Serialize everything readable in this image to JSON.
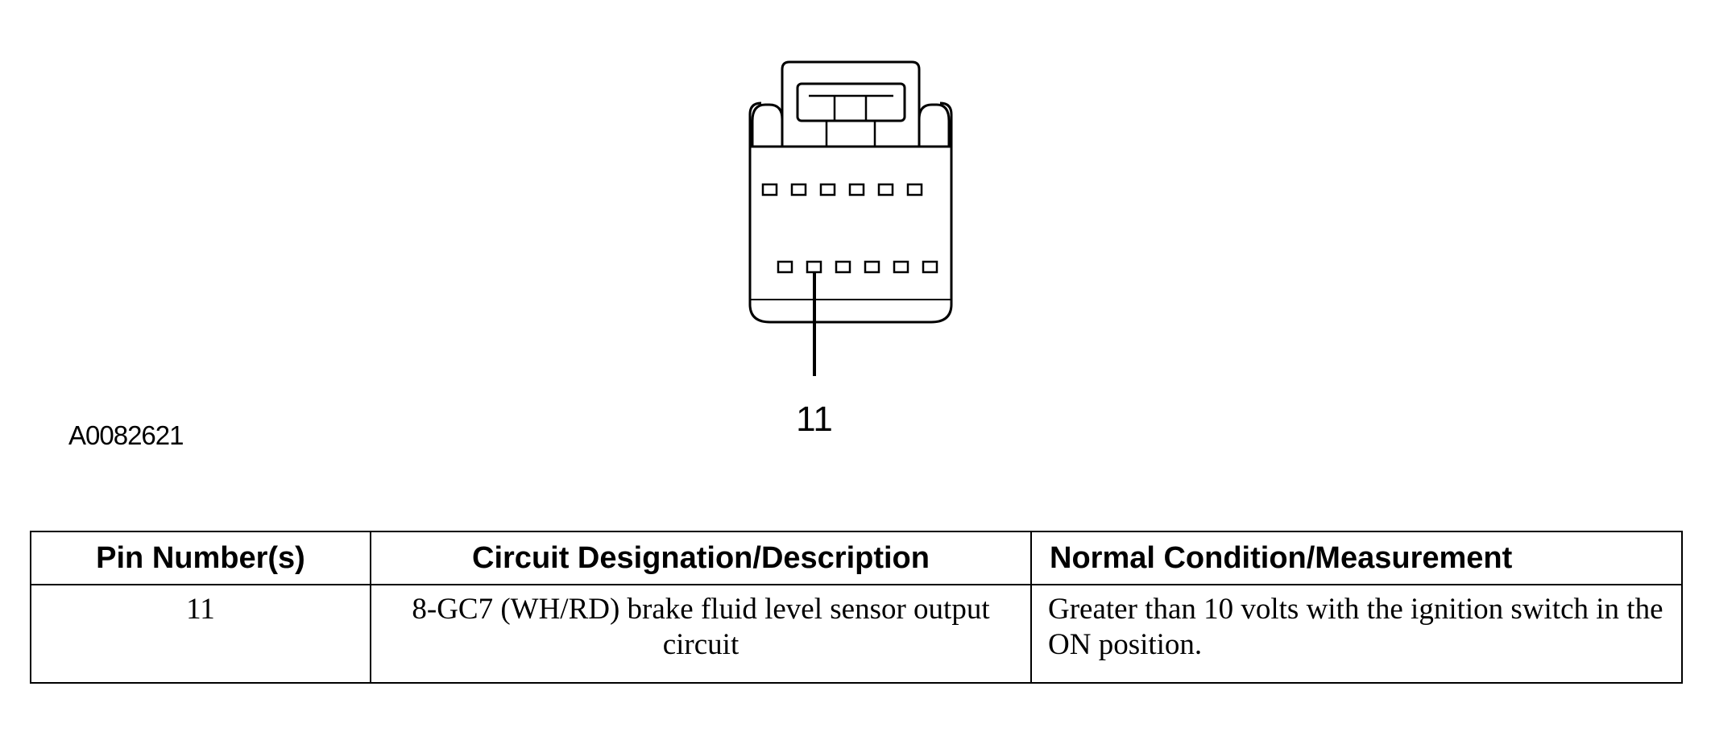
{
  "figure": {
    "id": "A0082621",
    "connector": {
      "upper_row_cavities": 6,
      "lower_row_cavities": 6,
      "callout_label": "11"
    }
  },
  "table": {
    "headers": [
      "Pin Number(s)",
      "Circuit Designation/Description",
      "Normal Condition/Measurement"
    ],
    "rows": [
      {
        "pin": "11",
        "circuit": "8-GC7 (WH/RD) brake fluid level sensor output circuit",
        "condition": "Greater than 10 volts with the ignition switch in the ON position."
      }
    ]
  }
}
